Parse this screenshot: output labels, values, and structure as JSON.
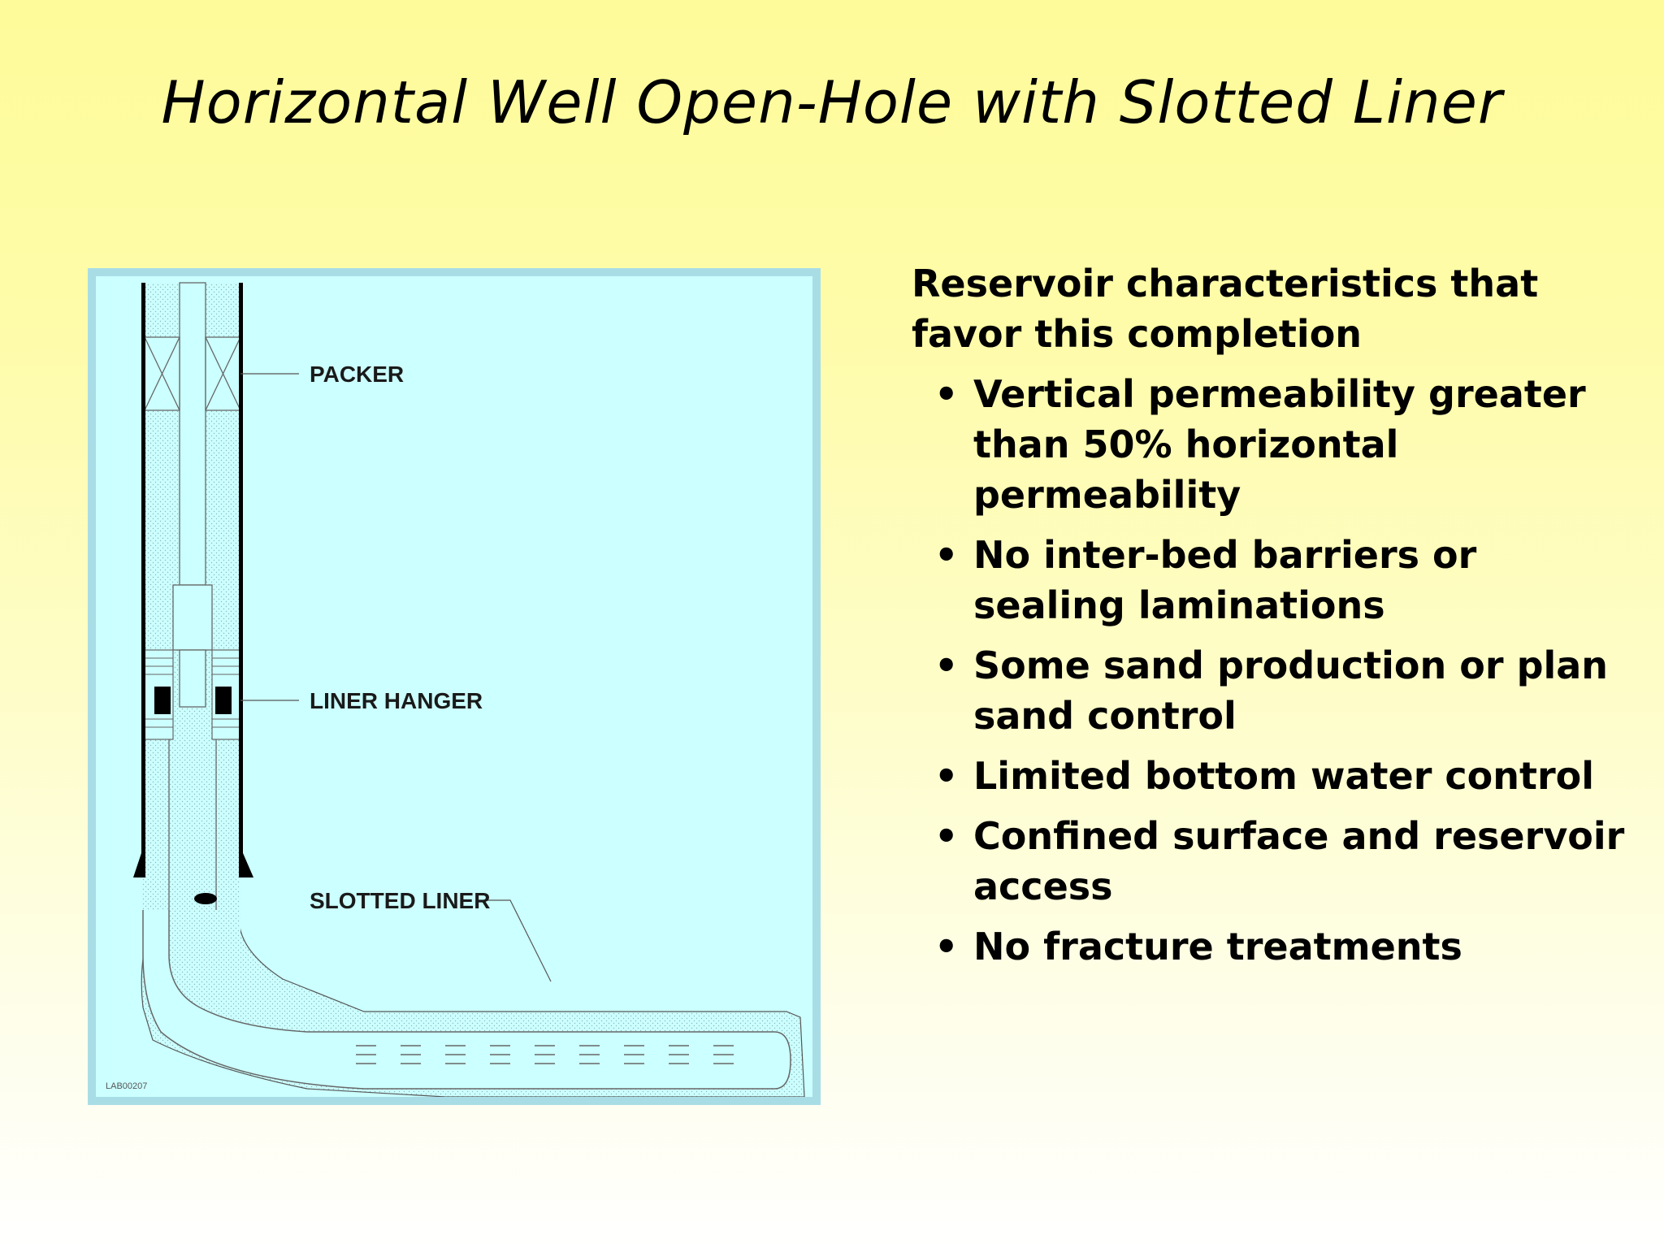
{
  "slide": {
    "title": "Horizontal Well Open-Hole with Slotted Liner"
  },
  "diagram": {
    "labels": {
      "packer": "PACKER",
      "liner_hanger": "LINER HANGER",
      "slotted_liner": "SLOTTED LINER"
    },
    "drawing_code": "LAB00207",
    "colors": {
      "background": "#ccffff",
      "frame": "#a9dde6",
      "casing": "#000000",
      "outline": "#666666"
    }
  },
  "panel": {
    "heading": "Reservoir characteristics that favor this completion",
    "bullet_glyph": "•",
    "items": [
      "Vertical permeability greater than 50% horizontal permeability",
      "No inter-bed barriers or sealing laminations",
      "Some sand production or plan sand control",
      "Limited bottom water control",
      "Confined surface and reservoir access",
      "No fracture treatments"
    ]
  }
}
